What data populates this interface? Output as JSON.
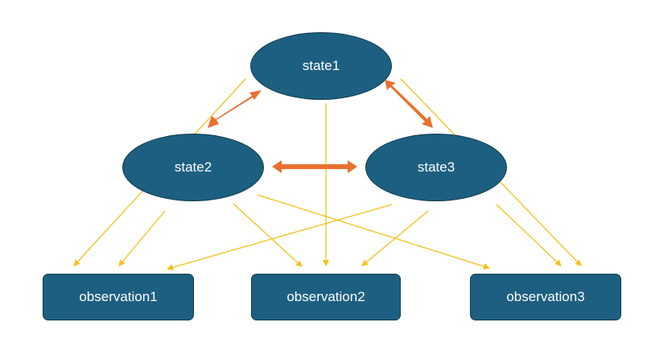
{
  "states": {
    "state1": "state1",
    "state2": "state2",
    "state3": "state3"
  },
  "observations": {
    "observation1": "observation1",
    "observation2": "observation2",
    "observation3": "observation3"
  },
  "colors": {
    "node_fill": "#1d5f80",
    "node_border": "#0f3a4e",
    "transition_arrow": "#e8712f",
    "emission_arrow": "#f3c21a",
    "text": "#ffffff"
  }
}
